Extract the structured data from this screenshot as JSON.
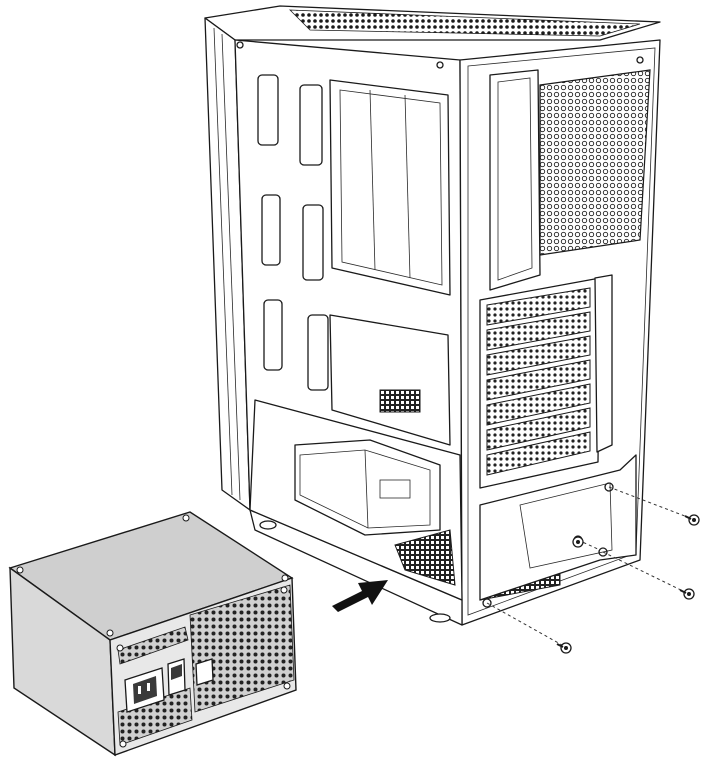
{
  "figure": {
    "description_name": "psu-installation-diagram",
    "colors": {
      "line": "#1a1a1a",
      "psu_side": "#d9d9d9",
      "psu_front": "#e8e8e8",
      "psu_top": "#cfcfcf",
      "mesh_dark": "#3a3a3a",
      "arrow": "#111111",
      "background": "#ffffff"
    },
    "screws": 4,
    "expansion_slots": 7,
    "icons": [
      "case-icon",
      "psu-icon",
      "screw-icon",
      "insert-arrow-icon"
    ]
  }
}
